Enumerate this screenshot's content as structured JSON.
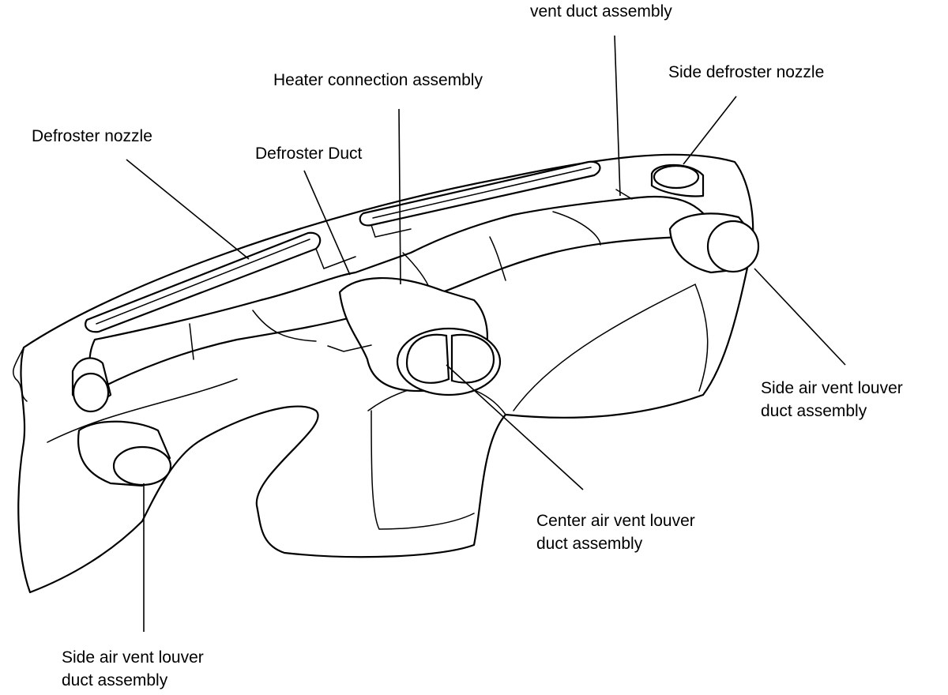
{
  "labels": {
    "vent_duct": {
      "lines": [
        "vent duct assembly"
      ]
    },
    "side_defroster_nozzle": {
      "lines": [
        "Side defroster nozzle"
      ]
    },
    "heater_connection": {
      "lines": [
        "Heater connection assembly"
      ]
    },
    "defroster_nozzle": {
      "lines": [
        "Defroster nozzle"
      ]
    },
    "defroster_duct": {
      "lines": [
        "Defroster Duct"
      ]
    },
    "side_vent_right": {
      "lines": [
        "Side air vent louver",
        "duct assembly"
      ]
    },
    "center_vent": {
      "lines": [
        "Center air vent louver",
        "duct assembly"
      ]
    },
    "side_vent_left": {
      "lines": [
        "Side air vent louver",
        "duct assembly"
      ]
    }
  },
  "colors": {
    "line": "#000000",
    "background": "#ffffff"
  }
}
